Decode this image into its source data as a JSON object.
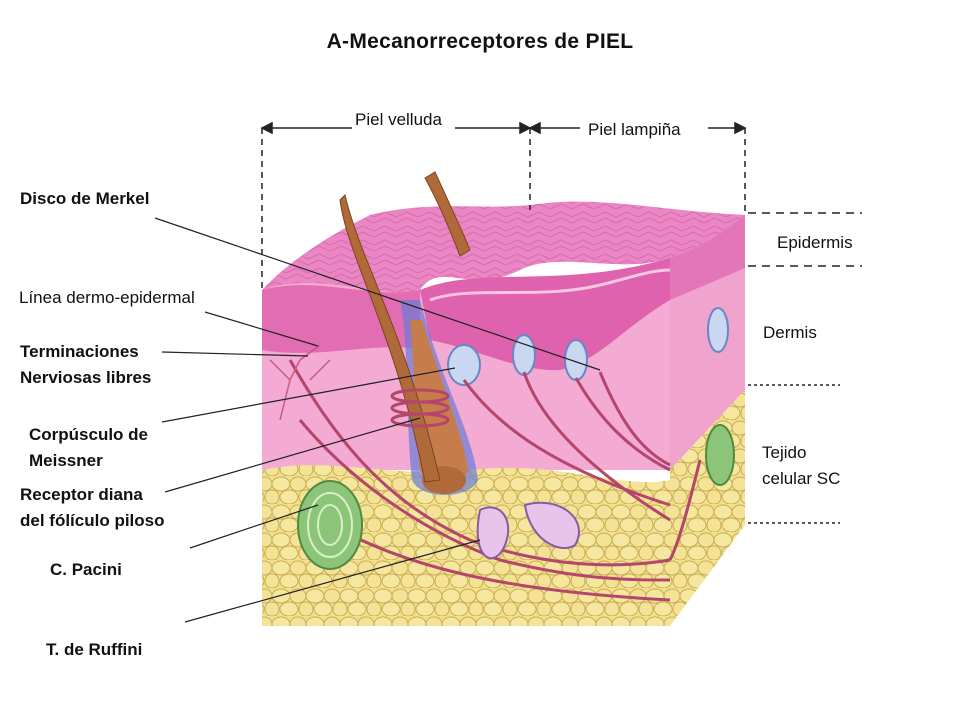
{
  "title": "A-Mecanorreceptores de PIEL",
  "regions": {
    "hairy": "Piel velluda",
    "glabrous": "Piel lampiña"
  },
  "layers": {
    "epidermis": "Epidermis",
    "dermis": "Dermis",
    "subcutaneous": "Tejido\ncelular SC"
  },
  "structures": {
    "merkel": "Disco de Merkel",
    "junction": "Línea dermo-epidermal",
    "free_endings": "Terminaciones\nNerviosas libres",
    "meissner": "Corpúsculo de\nMeissner",
    "hair_receptor": "Receptor diana\ndel fólículo piloso",
    "pacini": "C. Pacini",
    "ruffini": "T. de Ruffini"
  },
  "colors": {
    "epidermis_top": "#e87bc0",
    "dermis": "#f2a6cf",
    "fat": "#efdc82",
    "hair": "#b06a3a",
    "nerve": "#b4456b",
    "pacini": "#8cc47a"
  }
}
